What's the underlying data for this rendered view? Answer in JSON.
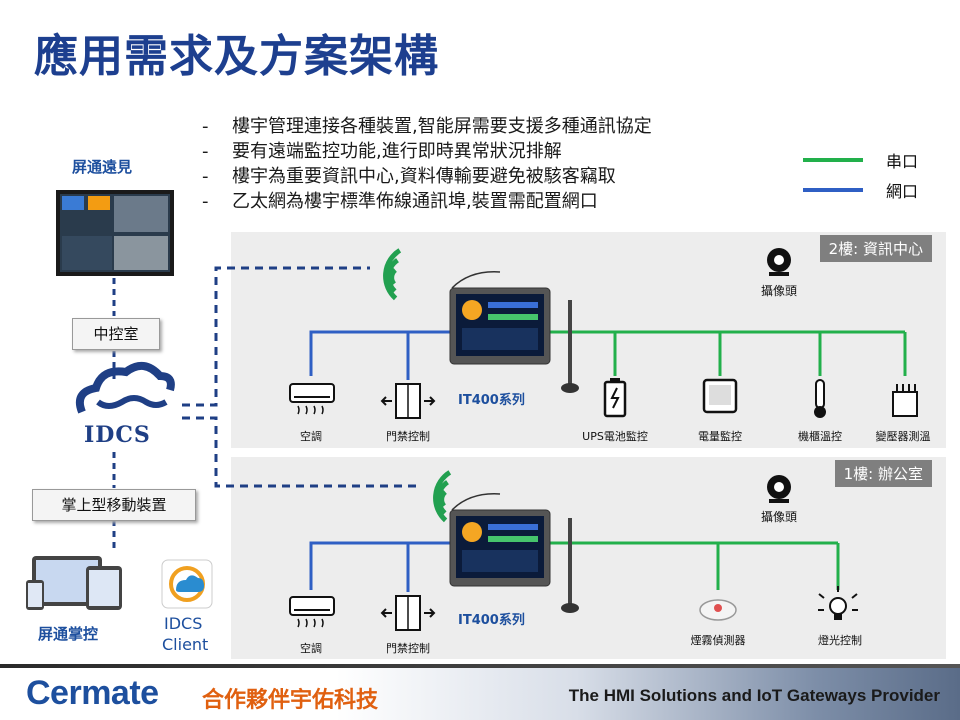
{
  "title": "應用需求及方案架構",
  "bullets": [
    "-",
    "樓宇管理連接各種裝置,智能屏需要支援多種通訊協定",
    "要有遠端監控功能,進行即時異常狀況排解",
    "樓宇為重要資訊中心,資料傳輸要避免被駭客竊取",
    "乙太網為樓宇標準佈線通訊埠,裝置需配置網口"
  ],
  "legend": {
    "serial": {
      "label": "串口",
      "color": "#22b04b"
    },
    "ethernet": {
      "label": "網口",
      "color": "#2f5fc4"
    }
  },
  "left": {
    "top_label": "屏通遠見",
    "control_room": "中控室",
    "idcs_logo_text": "IDCS",
    "mobile_box": "掌上型移動裝置",
    "handheld_label": "屏通掌控",
    "client_label_1": "IDCS",
    "client_label_2": "Client"
  },
  "floors": [
    {
      "tag": "2樓: 資訊中心",
      "hmi_label": "IT400系列",
      "camera": "攝像頭",
      "ethernet_devices": [
        "空調",
        "門禁控制"
      ],
      "serial_devices": [
        "UPS電池監控",
        "電量監控",
        "機櫃溫控",
        "變壓器測溫"
      ]
    },
    {
      "tag": "1樓: 辦公室",
      "hmi_label": "IT400系列",
      "camera": "攝像頭",
      "ethernet_devices": [
        "空調",
        "門禁控制"
      ],
      "serial_devices": [
        "煙霧偵測器",
        "燈光控制"
      ]
    }
  ],
  "footer": {
    "logo": "Cermate",
    "partner": "合作夥伴宇佑科技",
    "tagline": "The HMI Solutions and IoT Gateways Provider"
  },
  "colors": {
    "title": "#1d3f8f",
    "accent": "#1d4f9e",
    "partner": "#e06010"
  }
}
